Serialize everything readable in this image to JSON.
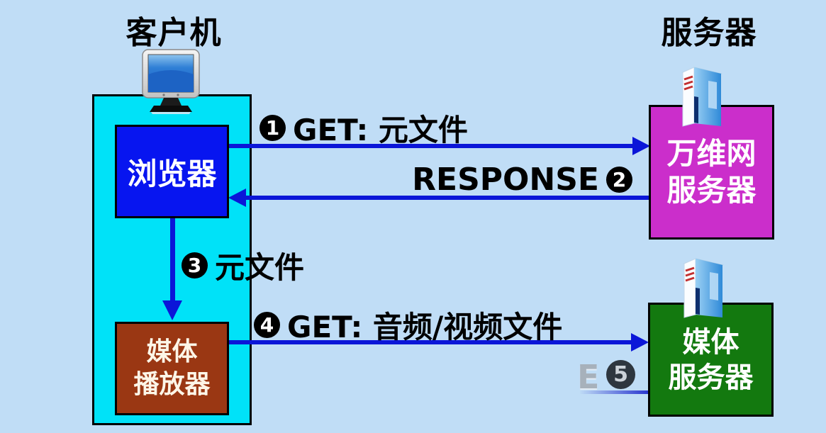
{
  "titles": {
    "client": "客户机",
    "server": "服务器"
  },
  "nodes": {
    "browser": {
      "label": "浏览器"
    },
    "media_player": {
      "line1": "媒体",
      "line2": "播放器"
    },
    "www_server": {
      "line1": "万维网",
      "line2": "服务器"
    },
    "media_server": {
      "line1": "媒体",
      "line2": "服务器"
    }
  },
  "steps": [
    {
      "num": "1",
      "label": "GET: 元文件",
      "direction": "right",
      "from": "browser",
      "to": "www_server"
    },
    {
      "num": "2",
      "label": "RESPONSE",
      "direction": "left",
      "from": "www_server",
      "to": "browser"
    },
    {
      "num": "3",
      "label": "元文件",
      "direction": "down",
      "from": "browser",
      "to": "media_player"
    },
    {
      "num": "4",
      "label": "GET: 音频/视频文件",
      "direction": "right",
      "from": "media_player",
      "to": "media_server"
    },
    {
      "num": "5",
      "label_partial": "E",
      "direction": "left",
      "state": "fading-in",
      "from": "media_server",
      "to": "media_player"
    }
  ],
  "icons": {
    "client": "desktop-computer-icon",
    "www_server": "server-tower-icon",
    "media_server": "server-tower-icon"
  },
  "colors": {
    "background": "#c0ddf6",
    "client_panel": "#00e2f8",
    "browser_box": "#0715f0",
    "media_player_box": "#9a3713",
    "www_server_box": "#cb2ecb",
    "media_server_box": "#13790f",
    "arrow": "#0b16d8"
  }
}
